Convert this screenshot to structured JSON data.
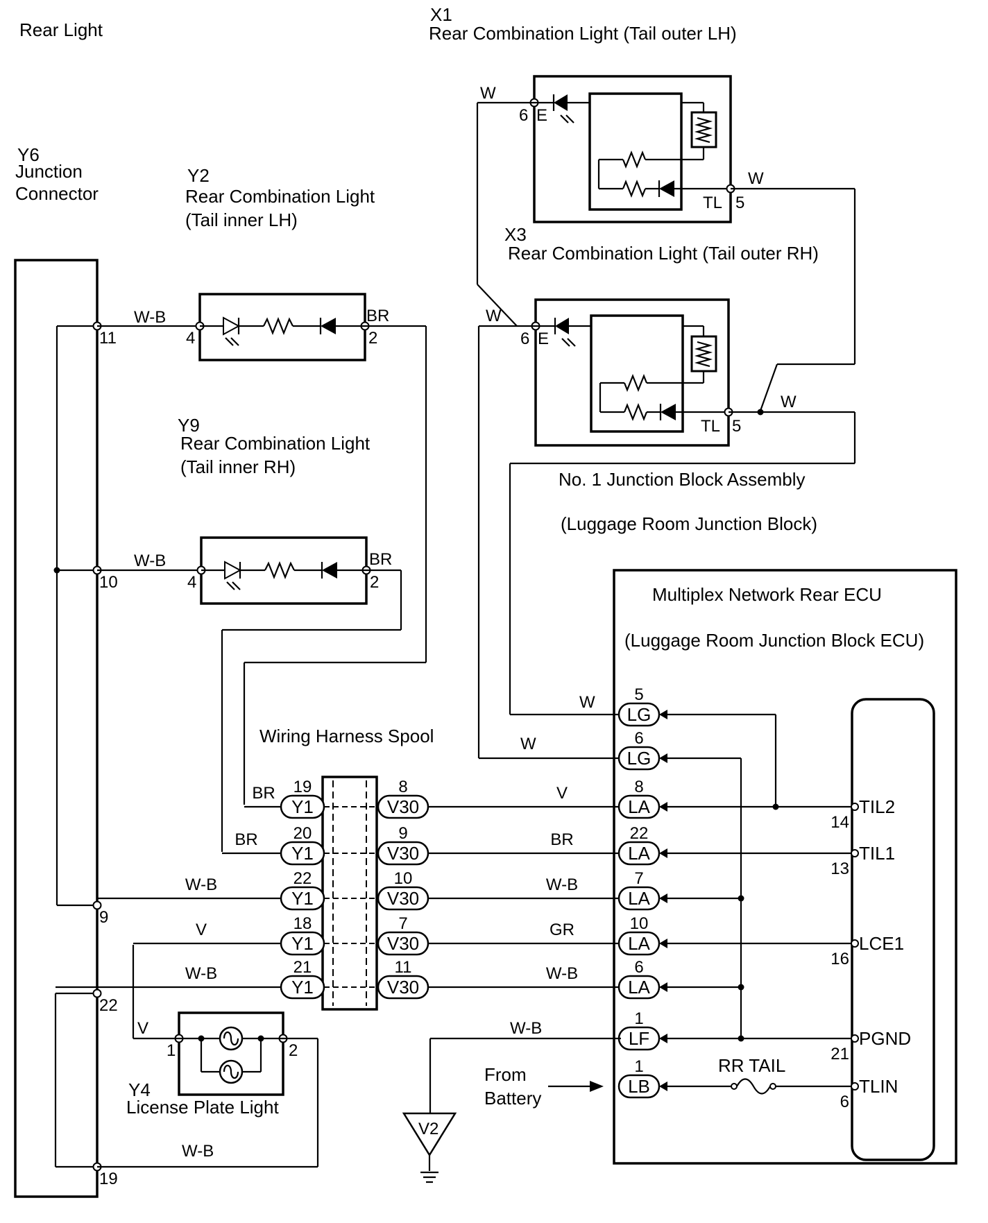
{
  "title": "Rear Light",
  "components": {
    "y6": {
      "code": "Y6",
      "name1": "Junction",
      "name2": "Connector",
      "pins": [
        "11",
        "10",
        "9",
        "22",
        "19"
      ]
    },
    "y2": {
      "code": "Y2",
      "name1": "Rear Combination Light",
      "name2": "(Tail inner LH)",
      "pin_left": "4",
      "pin_right": "2"
    },
    "y9": {
      "code": "Y9",
      "name1": "Rear Combination Light",
      "name2": "(Tail inner RH)",
      "pin_left": "4",
      "pin_right": "2"
    },
    "x1": {
      "code": "X1",
      "name1": "Rear Combination Light (Tail outer LH)",
      "pin_e": "6",
      "label_e": "E",
      "label_tl": "TL",
      "pin_tl": "5"
    },
    "x3": {
      "code": "X3",
      "name1": "Rear Combination Light (Tail outer RH)",
      "pin_e": "6",
      "label_e": "E",
      "label_tl": "TL",
      "pin_tl": "5"
    },
    "junction_block": {
      "name1": "No. 1 Junction Block Assembly",
      "name2": "(Luggage Room Junction Block)"
    },
    "ecu": {
      "name1": "Multiplex Network Rear ECU",
      "name2": "(Luggage Room Junction Block ECU)"
    },
    "spool": {
      "name": "Wiring Harness Spool"
    },
    "y4": {
      "code": "Y4",
      "name": "License Plate Light",
      "pin_left": "1",
      "pin_right": "2"
    },
    "ground": {
      "code": "V2"
    },
    "battery": {
      "line1": "From",
      "line2": "Battery"
    },
    "fuse": {
      "name": "RR TAIL"
    }
  },
  "wires": {
    "w": "W",
    "wb": "W-B",
    "br": "BR",
    "v": "V",
    "gr": "GR"
  },
  "spool_rows": [
    {
      "y1_pin": "19",
      "y1": "Y1",
      "v30_pin": "8",
      "v30": "V30",
      "wire_left": "BR",
      "wire_right": "V"
    },
    {
      "y1_pin": "20",
      "y1": "Y1",
      "v30_pin": "9",
      "v30": "V30",
      "wire_left": "BR",
      "wire_right": "BR"
    },
    {
      "y1_pin": "22",
      "y1": "Y1",
      "v30_pin": "10",
      "v30": "V30",
      "wire_left": "W-B",
      "wire_right": "W-B"
    },
    {
      "y1_pin": "18",
      "y1": "Y1",
      "v30_pin": "7",
      "v30": "V30",
      "wire_left": "V",
      "wire_right": "GR"
    },
    {
      "y1_pin": "21",
      "y1": "Y1",
      "v30_pin": "11",
      "v30": "V30",
      "wire_left": "W-B",
      "wire_right": "W-B"
    }
  ],
  "ecu_connectors": [
    {
      "pin": "5",
      "label": "LG"
    },
    {
      "pin": "6",
      "label": "LG"
    },
    {
      "pin": "8",
      "label": "LA"
    },
    {
      "pin": "22",
      "label": "LA"
    },
    {
      "pin": "7",
      "label": "LA"
    },
    {
      "pin": "10",
      "label": "LA"
    },
    {
      "pin": "6",
      "label": "LA"
    },
    {
      "pin": "1",
      "label": "LF"
    },
    {
      "pin": "1",
      "label": "LB"
    }
  ],
  "ecu_terminals": [
    {
      "name": "TIL2",
      "pin": "14"
    },
    {
      "name": "TIL1",
      "pin": "13"
    },
    {
      "name": "LCE1",
      "pin": "16"
    },
    {
      "name": "PGND",
      "pin": "21"
    },
    {
      "name": "TLIN",
      "pin": "6"
    }
  ]
}
